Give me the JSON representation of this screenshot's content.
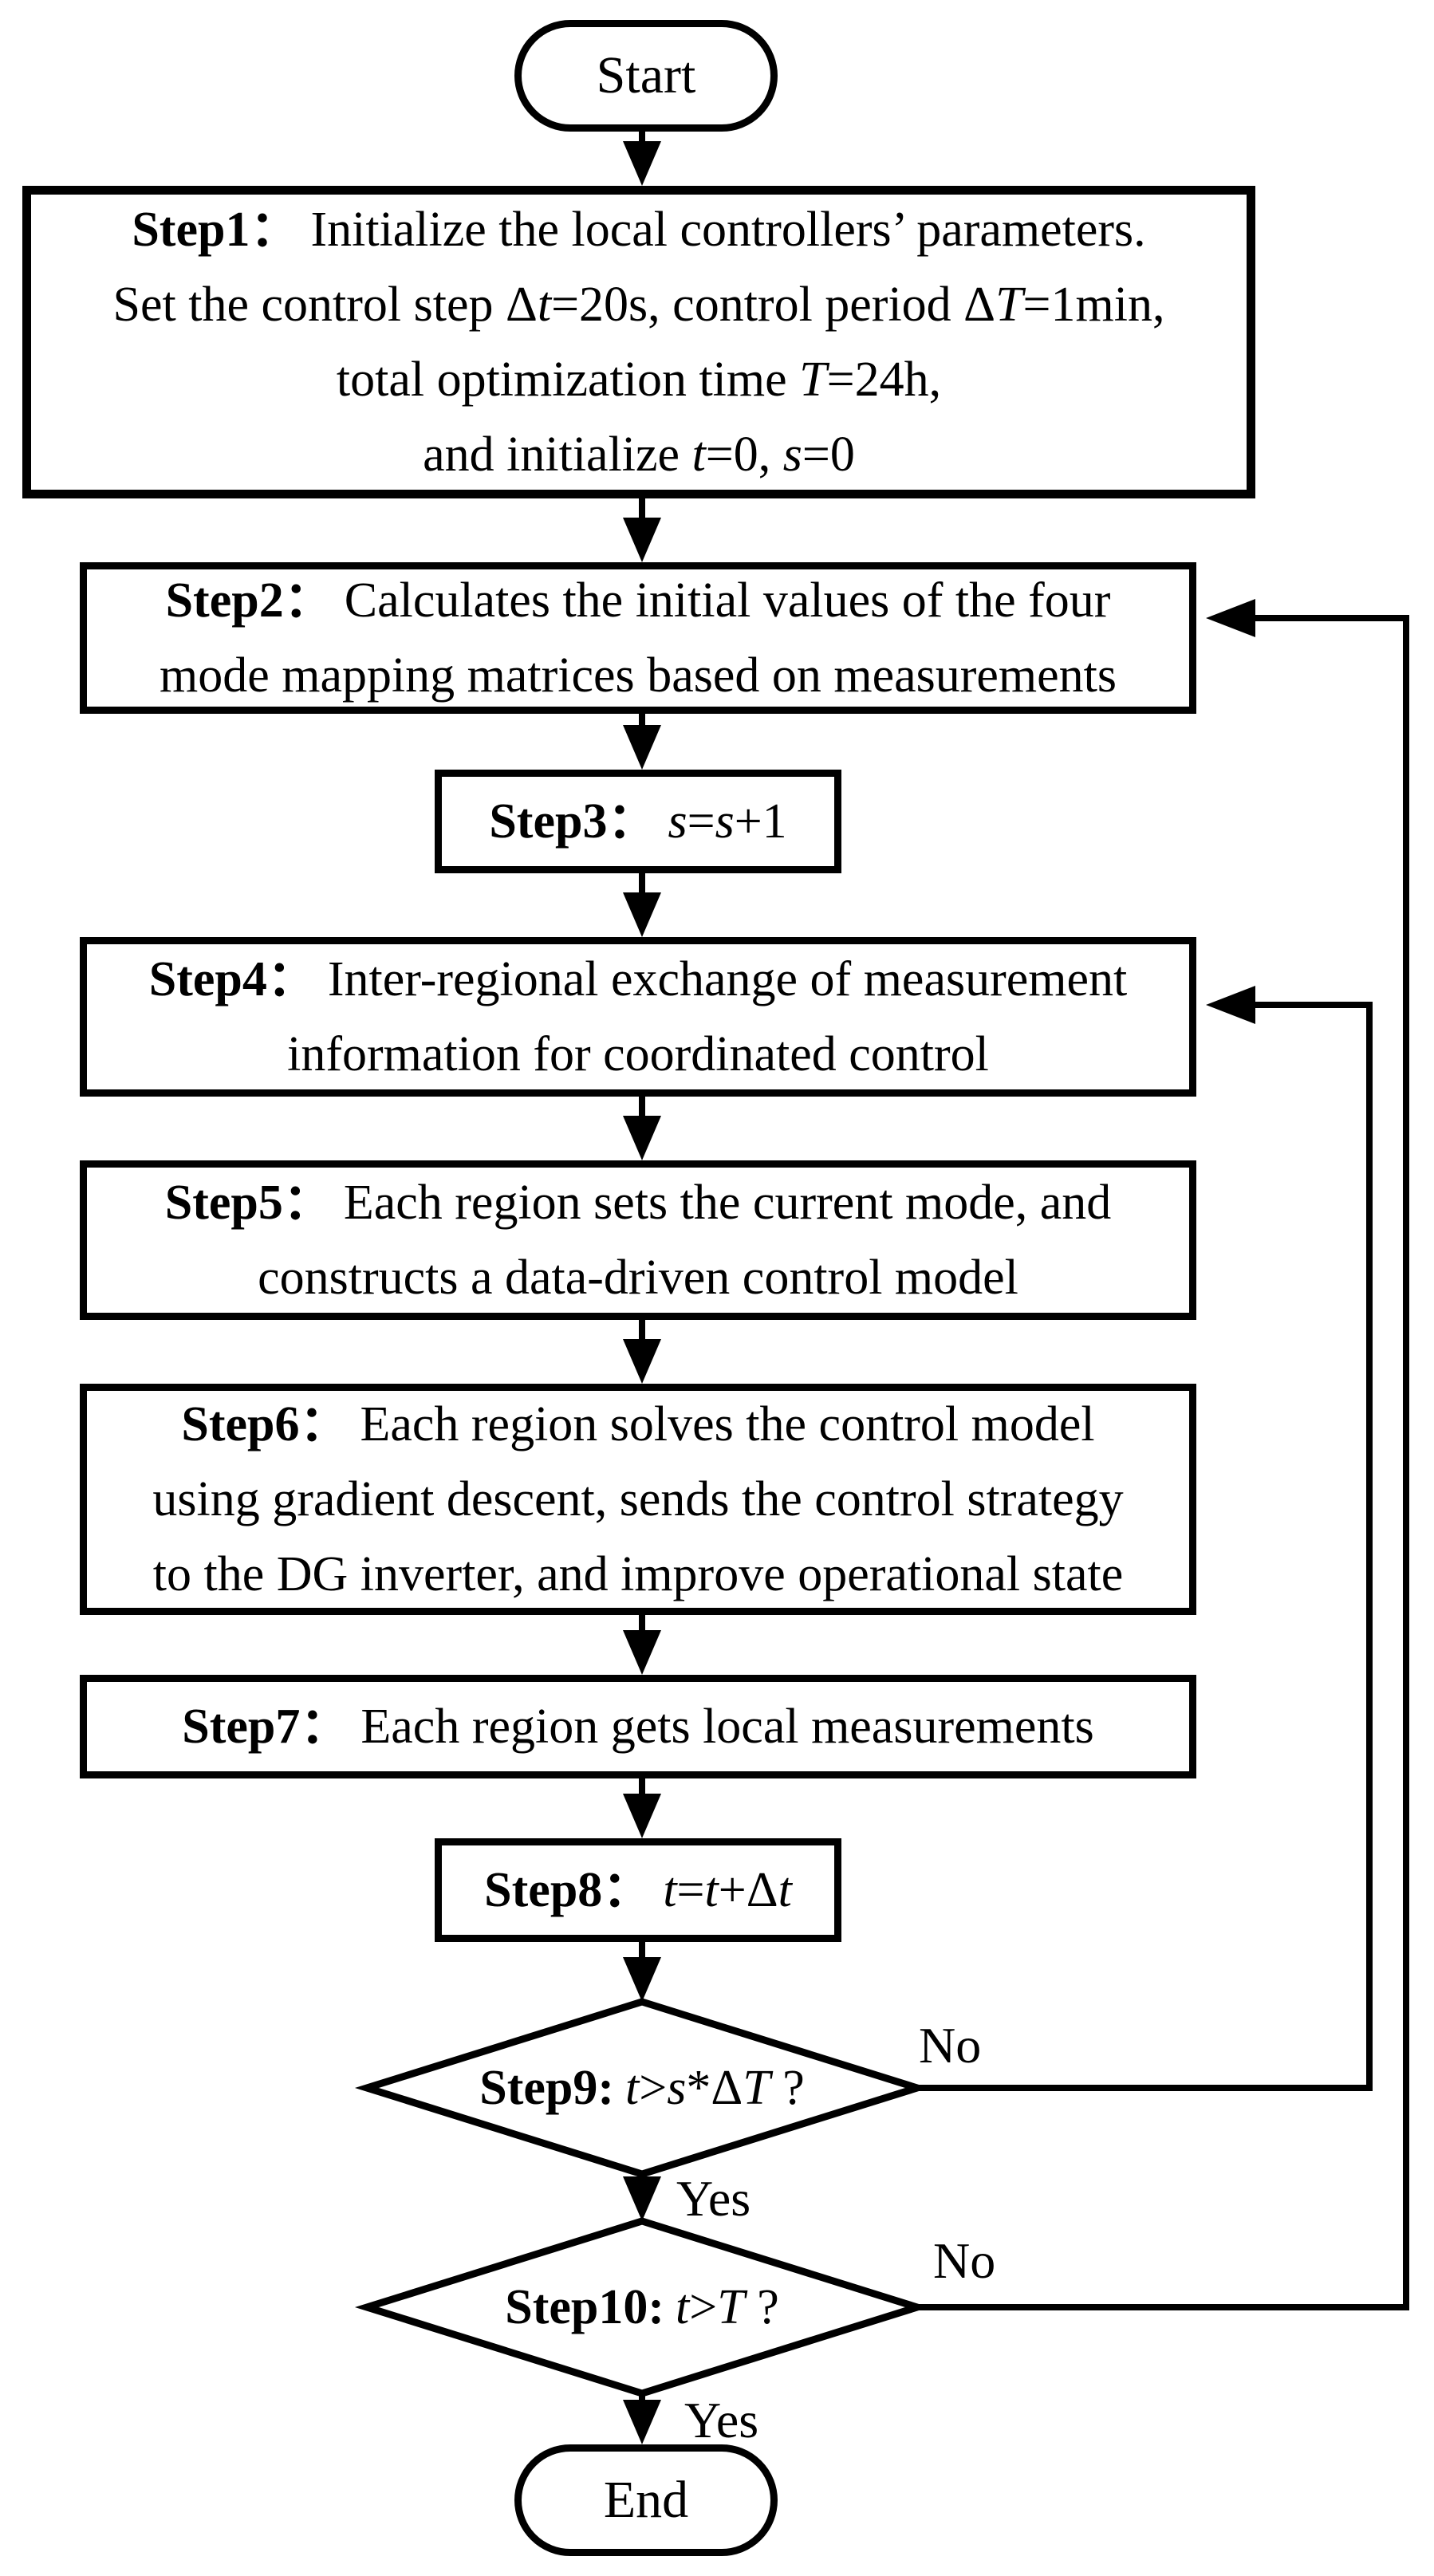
{
  "figure": {
    "background": "#ffffff",
    "line_color": "#000000",
    "terminals": {
      "start": "Start",
      "end": "End"
    },
    "branch_labels": {
      "step9_no": "No",
      "step9_yes": "Yes",
      "step10_no": "No",
      "step10_yes": "Yes"
    },
    "nodes": {
      "step1": {
        "shape": "rect",
        "lines": [
          [
            {
              "b": "Step1："
            },
            {
              "n": "Initialize the local controllers’ parameters."
            }
          ],
          [
            {
              "n": "Set the control step Δ"
            },
            {
              "i": "t"
            },
            {
              "n": "=20s, control period Δ"
            },
            {
              "i": "T"
            },
            {
              "n": "=1min,"
            }
          ],
          [
            {
              "n": "total optimization time "
            },
            {
              "i": "T"
            },
            {
              "n": "=24h,"
            }
          ],
          [
            {
              "n": "and initialize "
            },
            {
              "i": "t"
            },
            {
              "n": "=0, "
            },
            {
              "i": "s"
            },
            {
              "n": "=0"
            }
          ]
        ]
      },
      "step2": {
        "shape": "rect",
        "lines": [
          [
            {
              "b": "Step2："
            },
            {
              "n": "Calculates the initial values of the four"
            }
          ],
          [
            {
              "n": "mode mapping matrices based on measurements"
            }
          ]
        ]
      },
      "step3": {
        "shape": "rect",
        "lines": [
          [
            {
              "b": "Step3："
            },
            {
              "i": "s"
            },
            {
              "n": "="
            },
            {
              "i": "s"
            },
            {
              "n": "+1"
            }
          ]
        ]
      },
      "step4": {
        "shape": "rect",
        "lines": [
          [
            {
              "b": "Step4："
            },
            {
              "n": "Inter-regional exchange of measurement"
            }
          ],
          [
            {
              "n": "information for coordinated control"
            }
          ]
        ]
      },
      "step5": {
        "shape": "rect",
        "lines": [
          [
            {
              "b": "Step5："
            },
            {
              "n": "Each region sets the current mode, and"
            }
          ],
          [
            {
              "n": "constructs a data-driven control model"
            }
          ]
        ]
      },
      "step6": {
        "shape": "rect",
        "lines": [
          [
            {
              "b": "Step6："
            },
            {
              "n": "Each region solves the control model"
            }
          ],
          [
            {
              "n": "using gradient descent, sends the control strategy"
            }
          ],
          [
            {
              "n": "to the DG inverter, and improve operational state"
            }
          ]
        ]
      },
      "step7": {
        "shape": "rect",
        "lines": [
          [
            {
              "b": "Step7："
            },
            {
              "n": "Each region gets local measurements"
            }
          ]
        ]
      },
      "step8": {
        "shape": "rect",
        "lines": [
          [
            {
              "b": "Step8："
            },
            {
              "i": "t"
            },
            {
              "n": "="
            },
            {
              "i": "t"
            },
            {
              "n": "+Δ"
            },
            {
              "i": "t"
            }
          ]
        ]
      },
      "step9": {
        "shape": "diamond",
        "lines": [
          [
            {
              "b": "Step9:"
            },
            {
              "i": "t"
            },
            {
              "n": ">"
            },
            {
              "i": "s"
            },
            {
              "n": "*Δ"
            },
            {
              "i": "T"
            },
            {
              "n": " ?"
            }
          ]
        ]
      },
      "step10": {
        "shape": "diamond",
        "lines": [
          [
            {
              "b": "Step10:"
            },
            {
              "i": "t"
            },
            {
              "n": ">"
            },
            {
              "i": "T"
            },
            {
              "n": " ?"
            }
          ]
        ]
      }
    }
  }
}
